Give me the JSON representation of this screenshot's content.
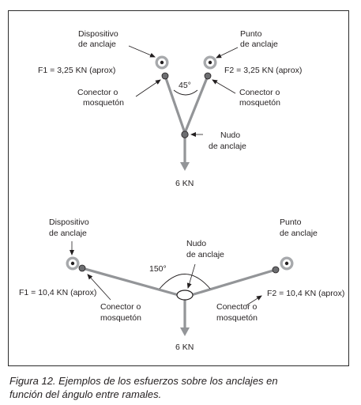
{
  "top": {
    "dispositivo_line1": "Dispositivo",
    "dispositivo_line2": "de anclaje",
    "punto_line1": "Punto",
    "punto_line2": "de anclaje",
    "f1": "F1 = 3,25 KN (aprox)",
    "f2": "F2 = 3,25 KN (aprox)",
    "angle": "45°",
    "conector_left_line1": "Conector o",
    "conector_left_line2": "mosquetón",
    "conector_right_line1": "Conector o",
    "conector_right_line2": "mosquetón",
    "nudo_line1": "Nudo",
    "nudo_line2": "de anclaje",
    "load": "6 KN"
  },
  "bottom": {
    "dispositivo_line1": "Dispositivo",
    "dispositivo_line2": "de anclaje",
    "punto_line1": "Punto",
    "punto_line2": "de anclaje",
    "nudo_line1": "Nudo",
    "nudo_line2": "de anclaje",
    "angle": "150°",
    "f1": "F1 = 10,4 KN (aprox)",
    "f2": "F2 = 10,4 KN (aprox)",
    "conector_left_line1": "Conector o",
    "conector_left_line2": "mosquetón",
    "conector_right_line1": "Conector o",
    "conector_right_line2": "mosquetón",
    "load": "6 KN"
  },
  "caption": {
    "line1": "Figura 12. Ejemplos de los esfuerzos sobre los anclajes en",
    "line2": "función del ángulo entre ramales."
  },
  "colors": {
    "rope": "#939598",
    "text": "#231f20",
    "anchor_ring": "#a7a9ac"
  }
}
